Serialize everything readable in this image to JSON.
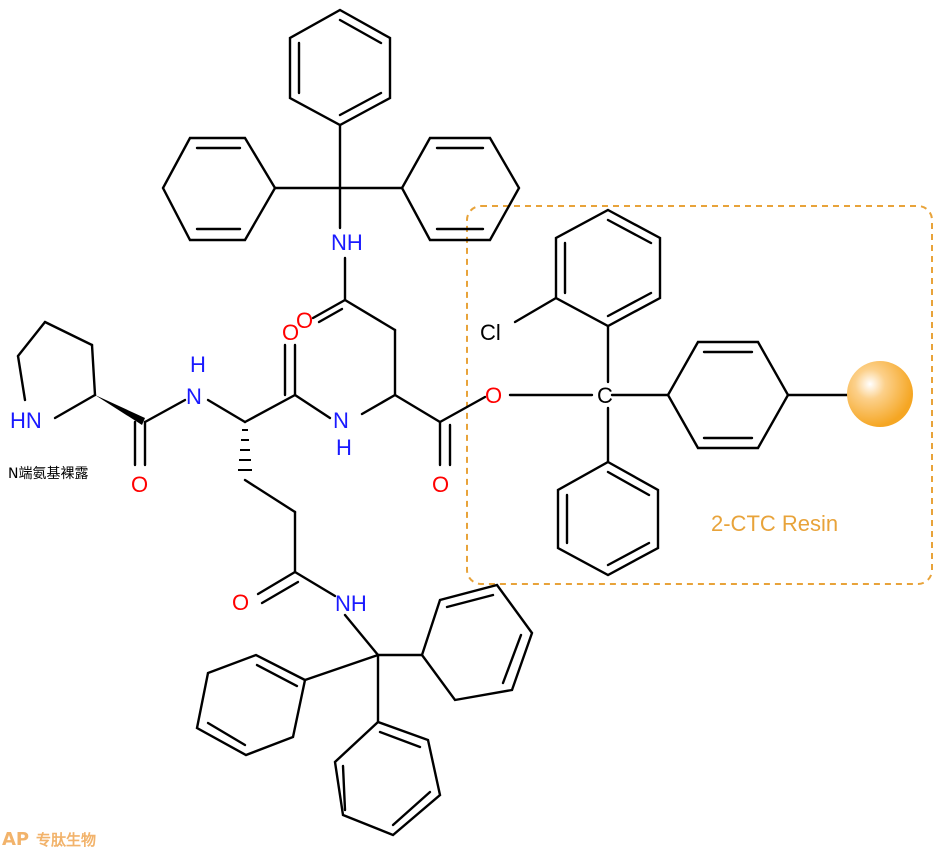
{
  "colors": {
    "bond": "#000000",
    "nitrogen": "#1a1aff",
    "oxygen": "#ff0000",
    "resin": "#e8a33a",
    "resin_bead": "#f5a623",
    "watermark": "#f2b36b"
  },
  "atoms": {
    "nh_trt_top": "NH",
    "o_gln_side": "O",
    "cl": "Cl",
    "o_carbonyl_amide": "O",
    "o_ester": "O",
    "c_trityl": "C",
    "hn_pro": "HN",
    "h_top_amide": "H",
    "n_top_amide": "N",
    "n_amide_lower": "N",
    "h_amide_lower": "H",
    "o_pro": "O",
    "o_acid": "O",
    "o_gln2": "O",
    "nh_trt_bottom": "NH"
  },
  "annotations": {
    "n_terminus": "N端氨基裸露",
    "resin": "2-CTC Resin"
  },
  "watermark": {
    "logo": "AP",
    "text": "专肽生物"
  }
}
